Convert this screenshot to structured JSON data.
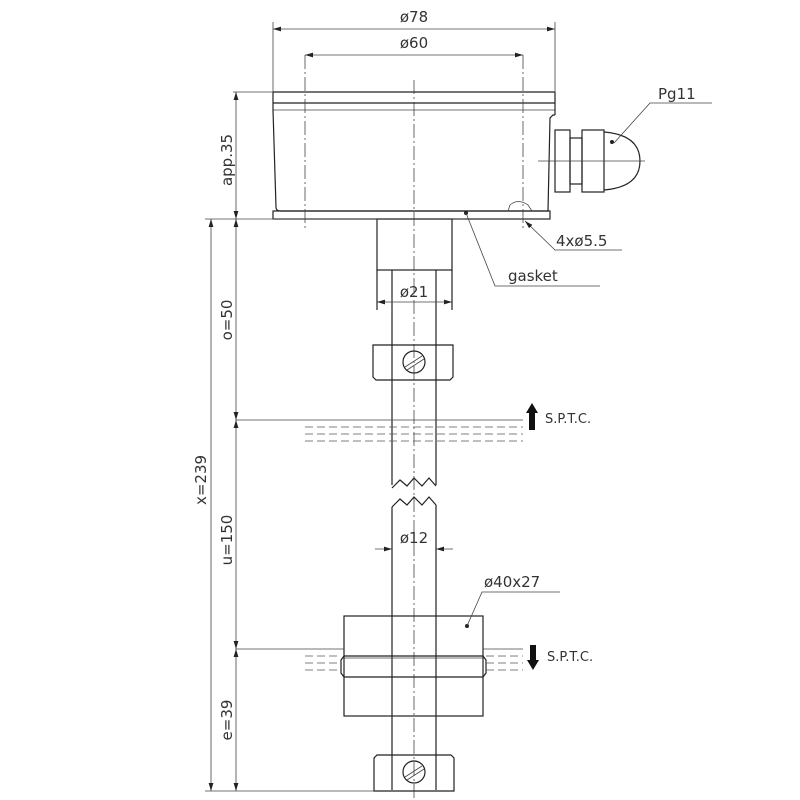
{
  "dimensions": {
    "outer_diameter": "ø78",
    "inner_diameter": "ø60",
    "housing_height": "app.35",
    "total_length": "x=239",
    "upper_offset": "o=50",
    "switching_distance": "u=150",
    "lower_offset": "e=39",
    "neck_diameter": "ø21",
    "rod_diameter": "ø12",
    "float_size": "ø40x27"
  },
  "callouts": {
    "cable_gland": "Pg11",
    "mounting_holes": "4xø5.5",
    "gasket": "gasket"
  },
  "levels": {
    "upper": {
      "label": "S.P.T.C.",
      "direction": "up"
    },
    "lower": {
      "label": "S.P.T.C.",
      "direction": "down"
    }
  }
}
